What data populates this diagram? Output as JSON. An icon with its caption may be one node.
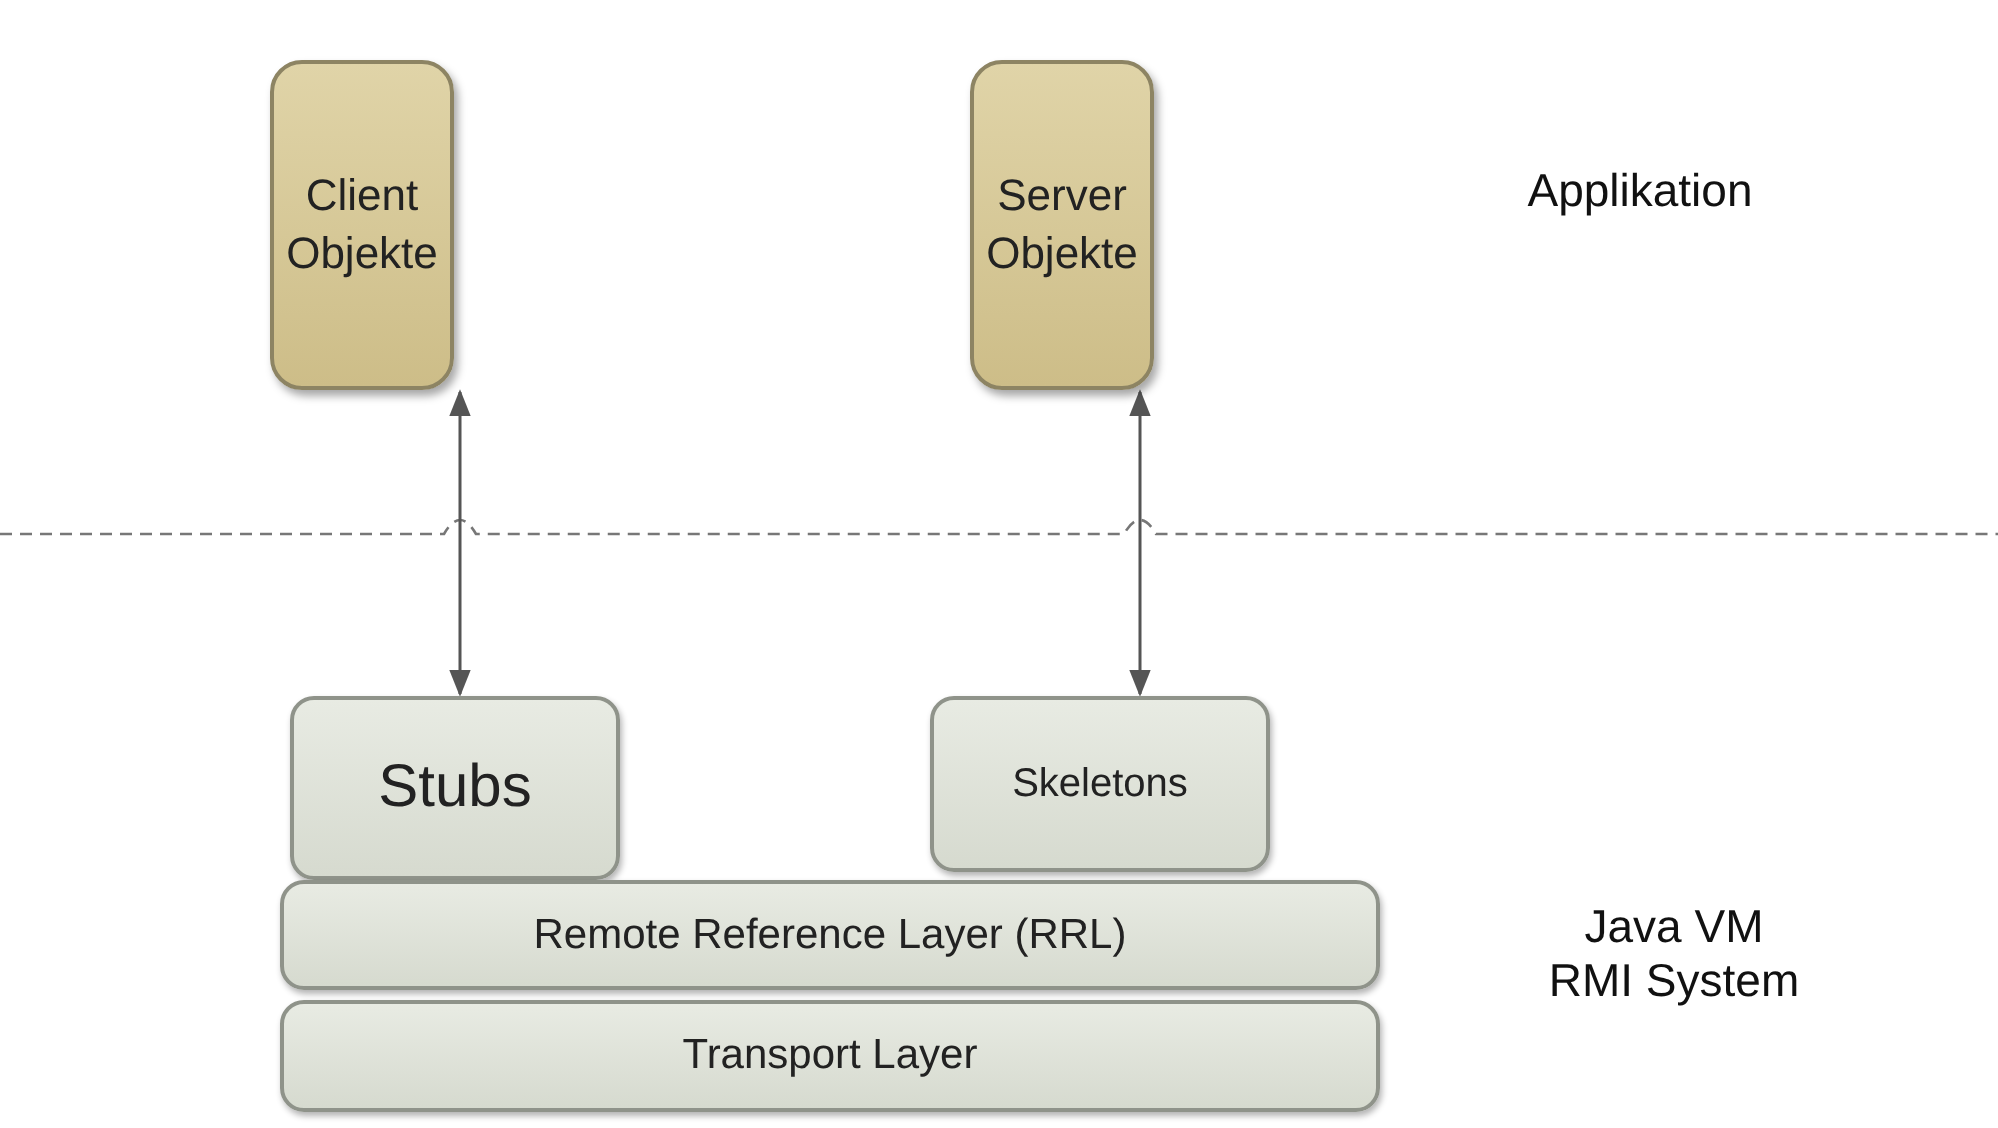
{
  "diagram": {
    "nodes": [
      {
        "text": [
          "Client Objekte"
        ]
      },
      {
        "text": [
          "Server Objekte"
        ]
      },
      {
        "text": [
          "Stubs"
        ]
      },
      {
        "text": [
          "Skeletons"
        ]
      },
      {
        "text": [
          "Remote Reference Layer (RRL)"
        ]
      },
      {
        "text": [
          "Transport Layer"
        ]
      }
    ],
    "edges": [
      {
        "from": 0,
        "to": 2,
        "arrow": "both"
      },
      {
        "from": 1,
        "to": 3,
        "arrow": "both"
      }
    ],
    "labels": [
      "Applikation",
      "Java VM RMI System"
    ]
  }
}
